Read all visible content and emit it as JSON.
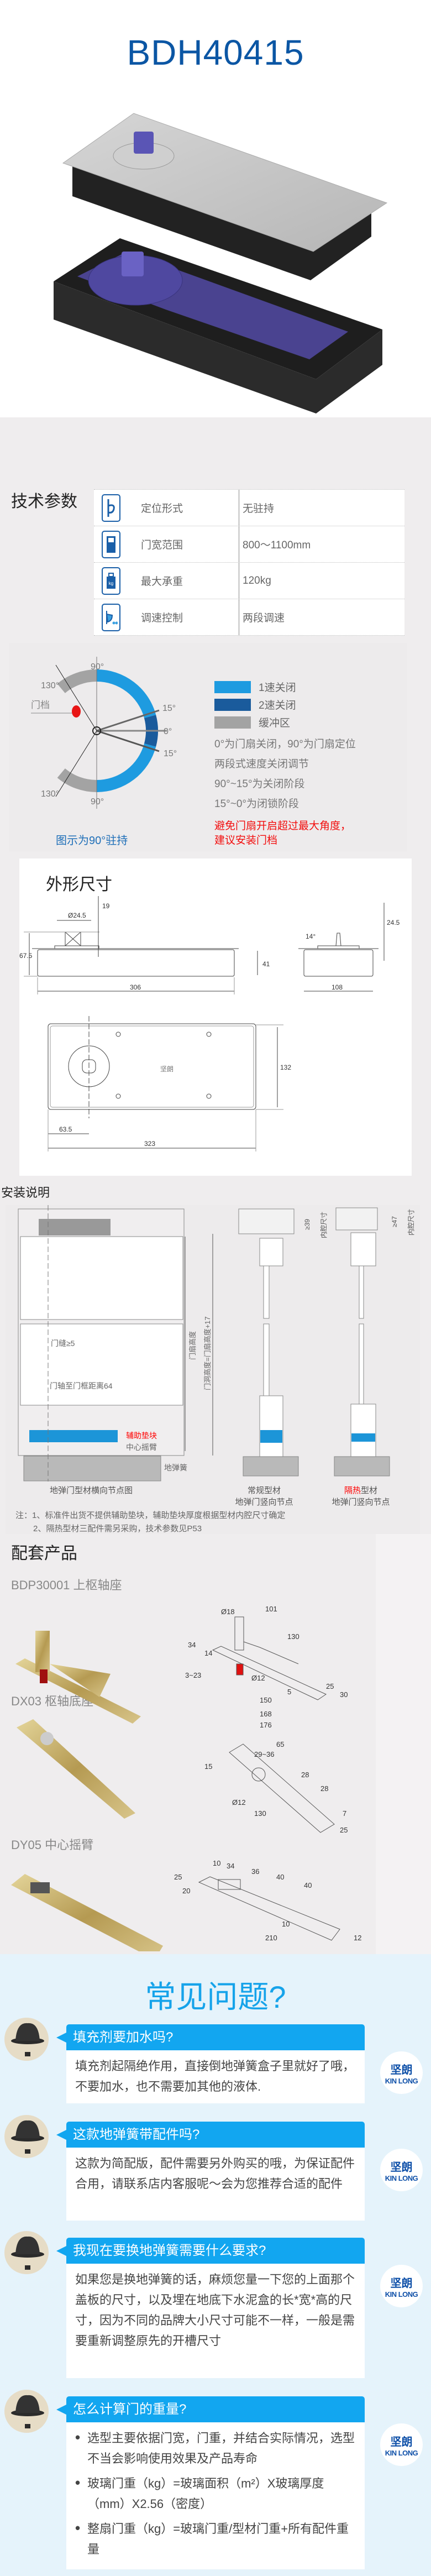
{
  "title": "BDH40415",
  "specs": {
    "heading": "技术参数",
    "rows": [
      {
        "icon": "positioning-icon",
        "label": "定位形式",
        "value": "无驻持"
      },
      {
        "icon": "door-icon",
        "label": "门宽范围",
        "value": "800～1100mm"
      },
      {
        "icon": "weight-icon",
        "label": "最大承重",
        "value": "120kg",
        "icon_text": "kg"
      },
      {
        "icon": "speed-control-icon",
        "label": "调速控制",
        "value": "两段调速"
      }
    ]
  },
  "angle_diagram": {
    "door_stop": "门档",
    "angles": {
      "top": "90°",
      "top_left": "130°",
      "bottom": "90°",
      "bottom_left": "130°",
      "upper15": "15°",
      "zero": "0°",
      "lower15": "15°"
    },
    "legend": [
      {
        "label": "1速关闭",
        "color": "#1e9be0"
      },
      {
        "label": "2速关闭",
        "color": "#1a5b9c"
      },
      {
        "label": "缓冲区",
        "color": "#a3a3a3"
      }
    ],
    "notes": [
      "0°为门扇关闭，90°为门扇定位",
      "两段式速度关闭调节",
      "90°~15°为关闭阶段",
      "15°~0°为闭锁阶段"
    ],
    "warning": [
      "避免门扇开启超过最大角度，",
      "建议安装门档"
    ],
    "caption": "图示为90°驻持"
  },
  "dimensions": {
    "heading": "外形尺寸",
    "front": {
      "dia": "Ø24.5",
      "spindle": "19",
      "height": "67.5",
      "body": "41",
      "length": "306"
    },
    "side": {
      "angle": "14°",
      "spindle": "24.5",
      "width": "108"
    },
    "top": {
      "offset": "63.5",
      "length": "323",
      "width": "132",
      "logo": "坚朗"
    }
  },
  "install": {
    "heading": "安装说明",
    "labels": {
      "gap": "门缝≥5",
      "axis": "门轴至门框距离64",
      "door_height": "门扇高度",
      "opening_height": "门洞高度=门扇高度+17",
      "block": "辅助垫块",
      "arm": "中心摇臂",
      "spring": "地弹簧",
      "cavity1": "≥39",
      "cavity2": "≥47",
      "cavity_label": "内腔尺寸"
    },
    "captions": {
      "left": "地弹门型材横向节点图",
      "mid1": "常规型材",
      "mid2": "地弹门竖向节点",
      "right1_red": "隔热",
      "right1": "型材",
      "right2": "地弹门竖向节点"
    },
    "notes": [
      "注：1、标准件出货不提供辅助垫块，辅助垫块厚度根据型材内腔尺寸确定",
      "2、隔热型材三配件需另采购，技术参数见P53"
    ]
  },
  "accessories": {
    "heading": "配套产品",
    "items": [
      {
        "name": "BDP30001 上枢轴座",
        "dims": [
          "Ø18",
          "101",
          "130",
          "34",
          "14",
          "3~23",
          "Ø12",
          "5",
          "150",
          "168",
          "176",
          "25",
          "30"
        ]
      },
      {
        "name": "DX03 枢轴底座",
        "dims": [
          "65",
          "29~36",
          "15",
          "28",
          "28",
          "Ø12",
          "7",
          "130",
          "25"
        ]
      },
      {
        "name": "DY05 中心摇臂",
        "dims": [
          "10",
          "34",
          "36",
          "40",
          "40",
          "25",
          "20",
          "10",
          "210",
          "12"
        ]
      }
    ]
  },
  "faq": {
    "title": "常见问题?",
    "brand_cn": "坚朗",
    "brand_en": "KIN LONG",
    "items": [
      {
        "q": "填充剂要加水吗?",
        "a": "填充剂起隔绝作用，直接倒地弹簧盒子里就好了哦，不要加水，也不需要加其他的液体."
      },
      {
        "q": "这款地弹簧带配件吗?",
        "a": "这款为简配版，配件需要另外购买的哦，为保证配件合用，请联系店内客服呢～会为您推荐合适的配件"
      },
      {
        "q": "我现在要换地弹簧需要什么要求?",
        "a": "如果您是换地弹簧的话，麻烦您量一下您的上面那个盖板的尺寸，以及埋在地底下水泥盒的长*宽*高的尺寸，因为不同的品牌大小尺寸可能不一样，一般是需要重新调整原先的开槽尺寸"
      },
      {
        "q": "怎么计算门的重量?",
        "bullets": [
          "选型主要依据门宽，门重，并结合实际情况，选型不当会影响使用效果及产品寿命",
          "玻璃门重（kg）=玻璃面积（m²）X玻璃厚度（mm）X2.56（密度）",
          "整扇门重（kg）=玻璃门重/型材门重+所有配件重量"
        ]
      }
    ]
  }
}
